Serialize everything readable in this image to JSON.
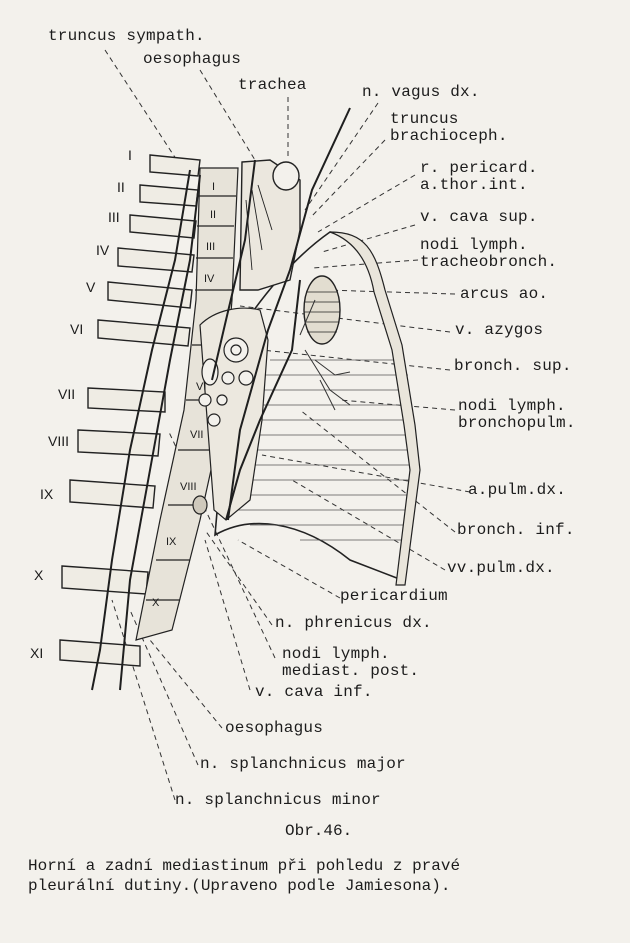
{
  "labels": {
    "truncus_sympath": "truncus sympath.",
    "oesophagus_top": "oesophagus",
    "trachea": "trachea",
    "n_vagus_dx": "n. vagus dx.",
    "truncus_brachioceph": "truncus\nbrachioceph.",
    "r_pericard": "r. pericard.\na.thor.int.",
    "v_cava_sup": "v. cava sup.",
    "nodi_tracheobronch": "nodi lymph.\ntracheobronch.",
    "arcus_ao": "arcus ao.",
    "v_azygos": "v. azygos",
    "bronch_sup": "bronch. sup.",
    "nodi_bronchopulm": "nodi lymph.\nbronchopulm.",
    "a_pulm_dx": "a.pulm.dx.",
    "bronch_inf": "bronch. inf.",
    "vv_pulm_dx": "vv.pulm.dx.",
    "pericardium": "pericardium",
    "n_phrenicus_dx": "n. phrenicus dx.",
    "nodi_mediast_post": "nodi lymph.\nmediast. post.",
    "v_cava_inf": "v. cava inf.",
    "oesophagus_bottom": "oesophagus",
    "n_splanchnicus_major": "n. splanchnicus major",
    "n_splanchnicus_minor": "n. splanchnicus minor"
  },
  "ribs": [
    "I",
    "II",
    "III",
    "IV",
    "V",
    "VI",
    "VII",
    "VIII",
    "IX",
    "X",
    "XI"
  ],
  "vertebrae": [
    "I",
    "II",
    "III",
    "IV",
    "VI",
    "VII",
    "VIII",
    "IX",
    "X"
  ],
  "figure_number": "Obr.46.",
  "caption": "Horní a zadní mediastinum při pohledu z pravé\npleurální dutiny.(Upraveno podle Jamiesona)."
}
